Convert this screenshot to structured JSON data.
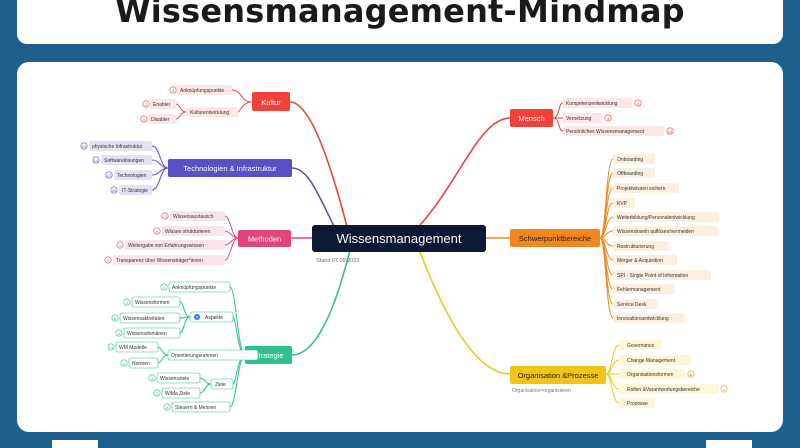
{
  "header": {
    "title": "Wissensmanagement-Mindmap"
  },
  "center": {
    "title": "Wissensmanagement",
    "date": "Stand 07.09.2023"
  },
  "colors": {
    "kultur": "#f0413a",
    "technologien": "#5b4fc4",
    "methoden": "#e2457c",
    "strategie": "#2fbf8f",
    "mensch": "#f0413a",
    "schwerpunkt": "#f2871f",
    "organisation": "#f2c418",
    "center": "#0b1836"
  },
  "branches": {
    "kultur": {
      "label": "Kultur",
      "children": {
        "c0": "Anknüpfungspunkte",
        "c1": "Kulturentwicklung",
        "c1a": "Enabler",
        "c1b": "Disabler"
      },
      "badges": {
        "b0": "3",
        "b1": "2",
        "b2": "1"
      }
    },
    "technologien": {
      "label": "Technologien  & Infrastruktur",
      "children": {
        "c0": "physische Infrastruktur",
        "c1": "Softwarelösungen",
        "c2": "Technologien",
        "c3": "IT-Strategie"
      },
      "badges": {
        "b0": "10",
        "b1": "14",
        "b2": "17",
        "b3": "20"
      }
    },
    "methoden": {
      "label": "Methoden",
      "children": {
        "c0": "Wissersaustausch",
        "c1": "Wissen strukturieren",
        "c2": "Weitergabe von  Erfahrungswissen",
        "c3": "Transparenz über Wissensträger*innen"
      },
      "badges": {
        "b0": "13",
        "b1": "4",
        "b2": "1",
        "b3": "2"
      }
    },
    "strategie": {
      "label": "Strategie",
      "children": {
        "c0": "Anknüpfungspunkte",
        "c1": "Aspekte",
        "c1a": "Wissensformen",
        "c1b": "Wissensaktivitäten",
        "c1c": "Wissensdomänen",
        "c2": "Orientierungsrahmen",
        "c2a": "WM Modelle",
        "c2b": "Normen",
        "c3": "Ziele",
        "c3a": "Wissensziele",
        "c3b": "WiMa Ziele",
        "c4": "Steuern & Messen"
      },
      "badges": {
        "b0": "1",
        "b1": "1",
        "b2": "5",
        "b3": "4",
        "b4": "13",
        "b5": "1",
        "b6": "3",
        "b7": "2",
        "b8": "5"
      }
    },
    "mensch": {
      "label": "Mensch",
      "children": {
        "c0": "Kompetenzentwicklung",
        "c1": "Vernetzung",
        "c2": "Persönliches Wissensmanagement"
      },
      "badges": {
        "b0": "4",
        "b1": "4",
        "b2": "10"
      }
    },
    "schwerpunkt": {
      "label": "Schwerpunktbereiche",
      "children": {
        "c0": "Onboarding",
        "c1": "Offboarding",
        "c2": "Projektwissen sichern",
        "c3": "KVP",
        "c4": "Weiterbildung/Personalentwicklung",
        "c5": "Wissensinseln auflösen/vermeiden",
        "c6": "Restrukturierung",
        "c7": "Merger & Acquisition",
        "c8": "SPI - Single Point of Information",
        "c9": "Fehlermanagement",
        "c10": "Service Desk",
        "c11": "Innovationsentwicklung"
      }
    },
    "organisation": {
      "label": "Organisation  &Prozesse",
      "sub": "Organisation=organisieren",
      "children": {
        "c0": "Governance",
        "c1": "Change Management",
        "c2": "Organisationsformen",
        "c3": "Rollen &Verantwortungsbereiche",
        "c4": "Prozesse"
      },
      "badges": {
        "b0": "6",
        "b1": "1"
      }
    }
  }
}
